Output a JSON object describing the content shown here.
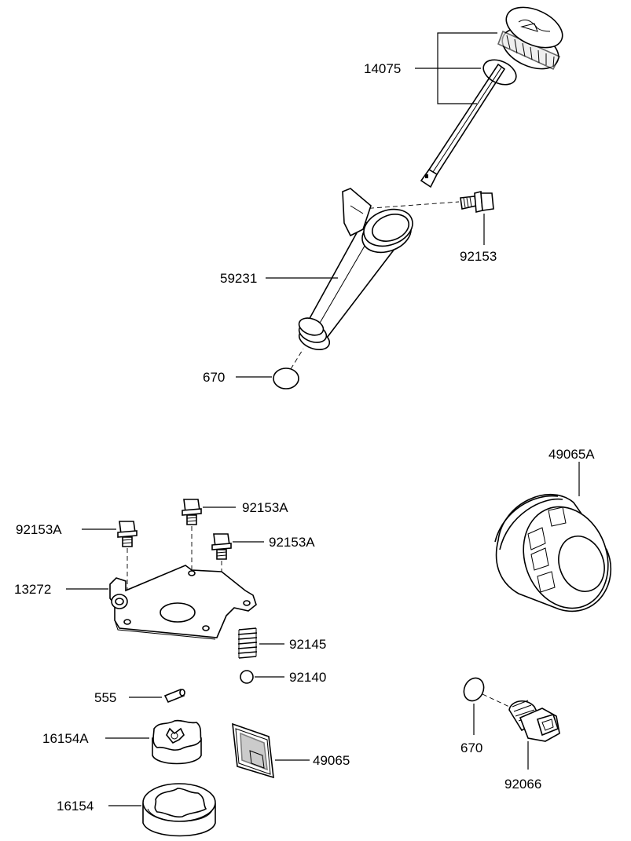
{
  "labels": {
    "dipstick": "14075",
    "bolt_top": "92153",
    "filler_tube": "59231",
    "oring_top": "670",
    "oil_filter": "49065A",
    "bolt_a1": "92153A",
    "bolt_a2": "92153A",
    "bolt_a3": "92153A",
    "plate": "13272",
    "spring": "92145",
    "ball": "92140",
    "pin": "555",
    "rotor_inner": "16154A",
    "screen": "49065",
    "rotor_outer": "16154",
    "oring_drain": "670",
    "drain_plug": "92066"
  },
  "colors": {
    "line": "#000000",
    "fill": "#ffffff",
    "shade": "#d8d8d8"
  }
}
